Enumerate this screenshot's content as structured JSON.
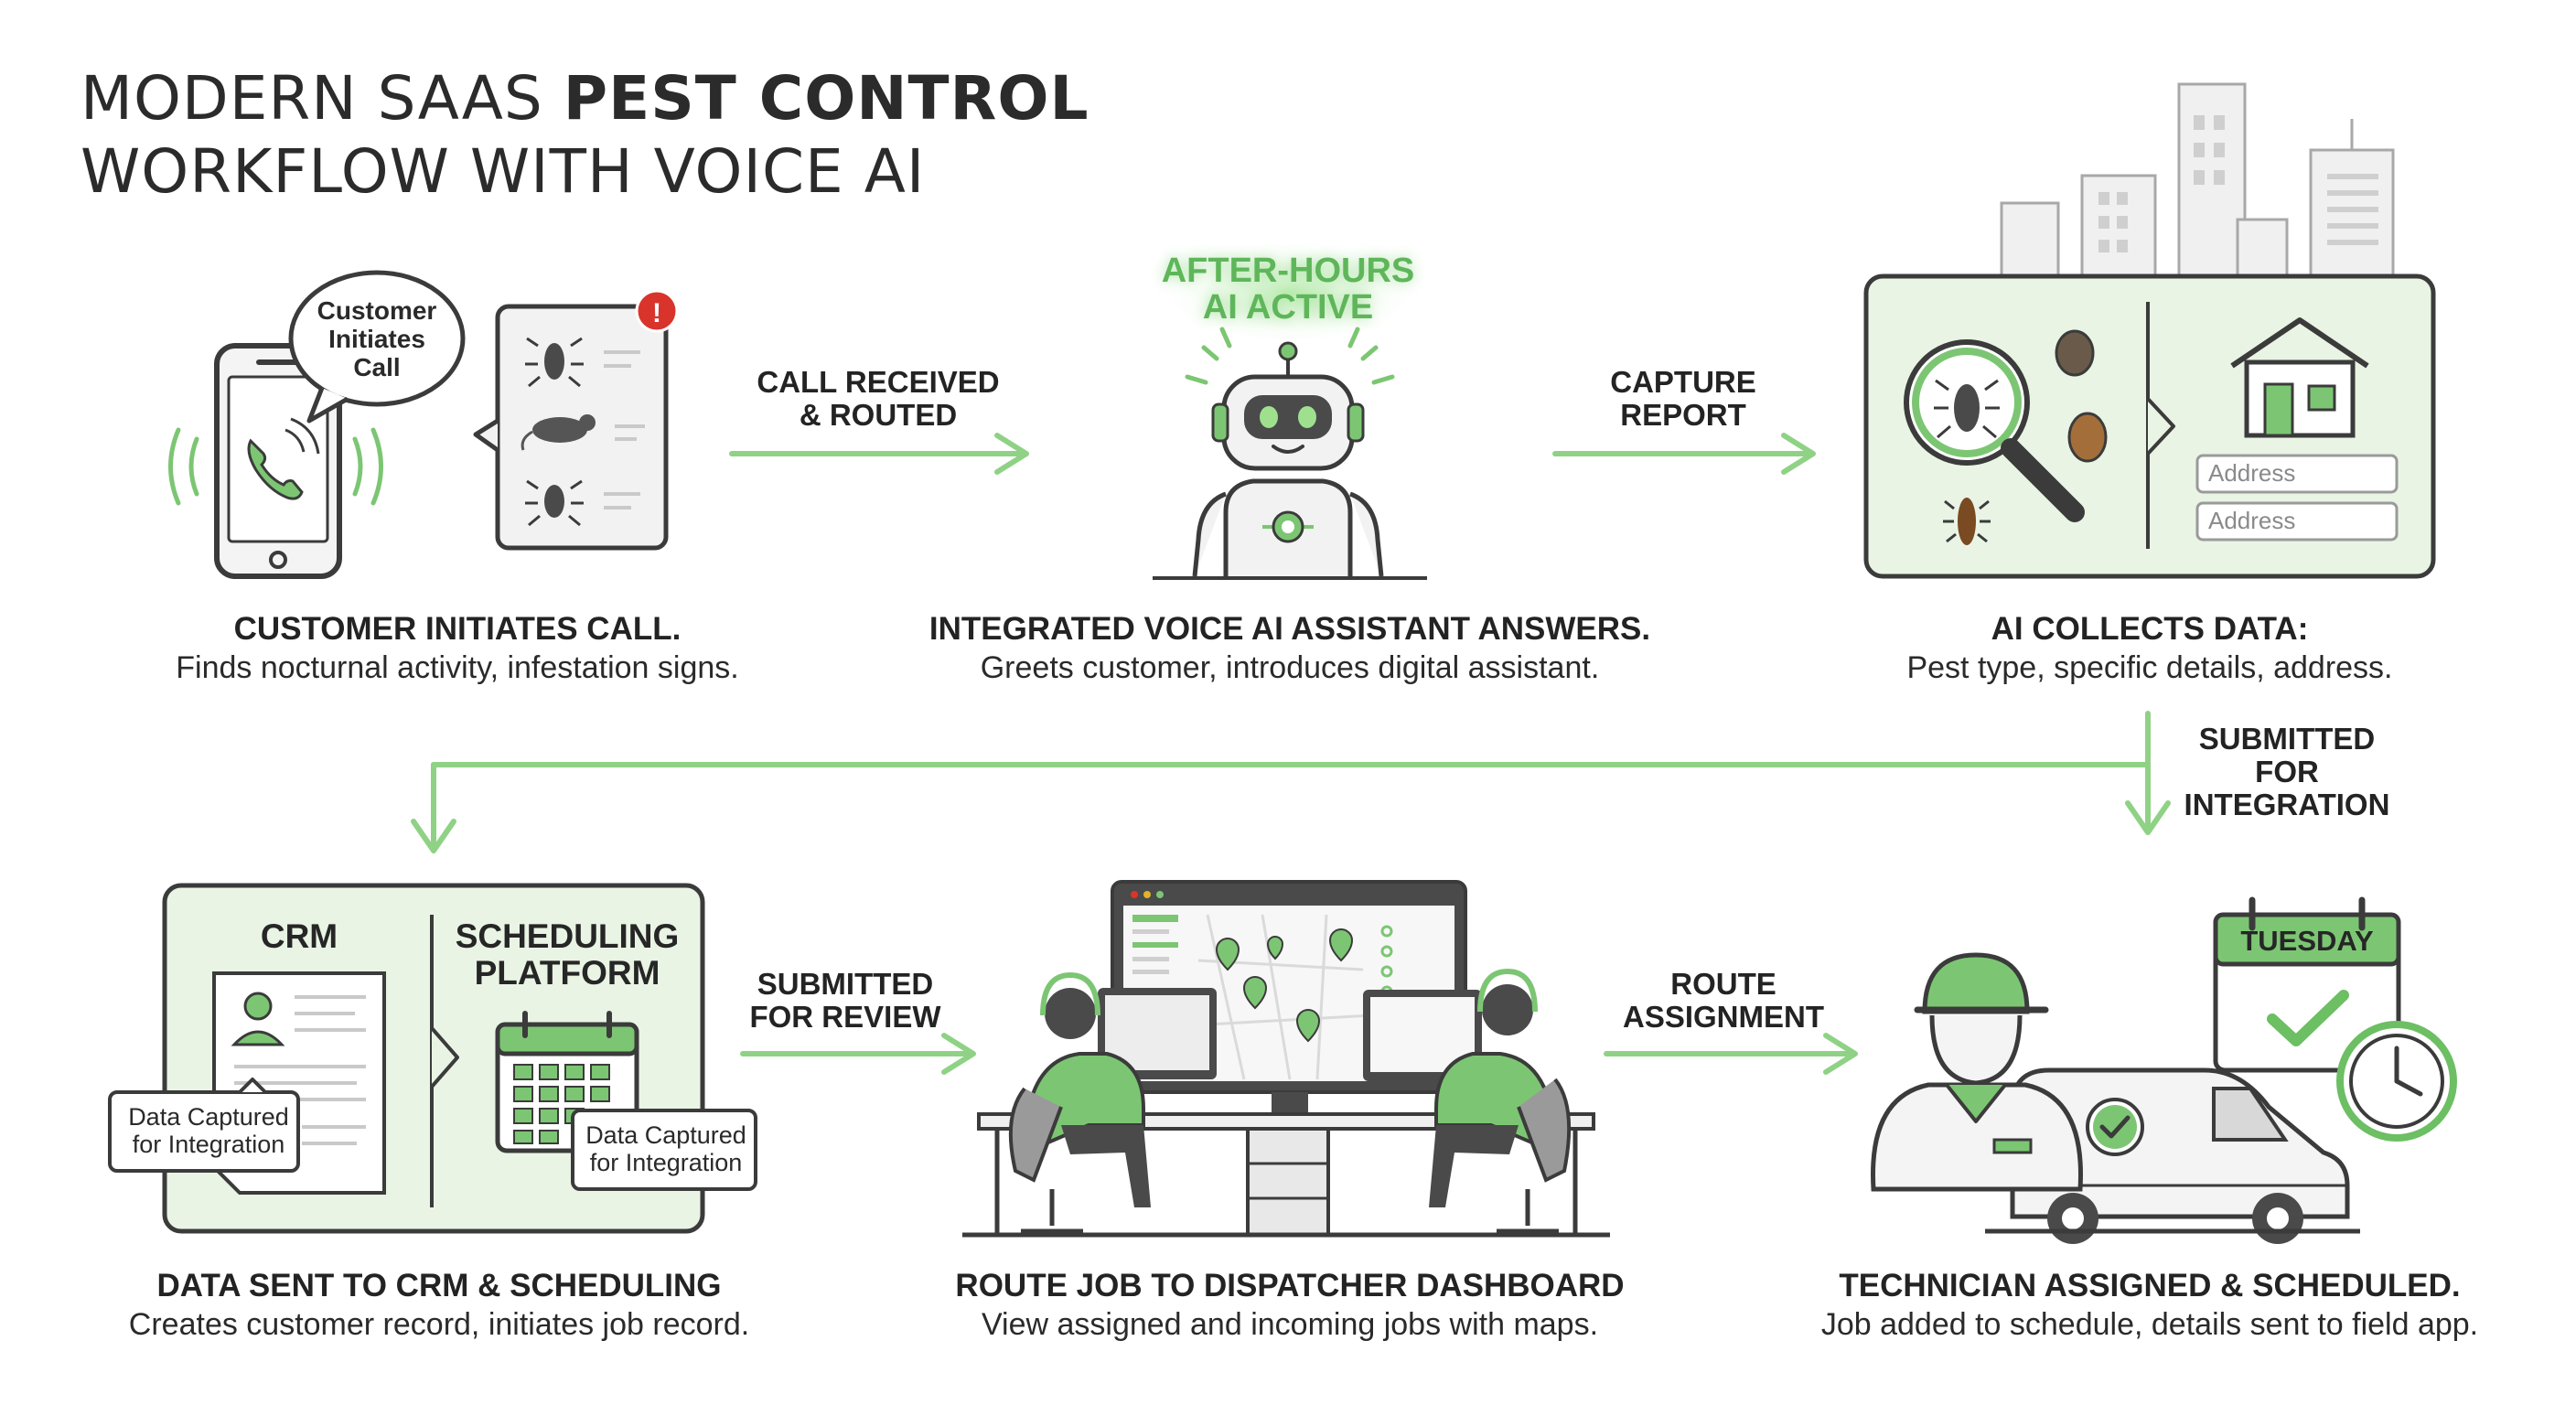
{
  "header": {
    "title_line1_regular": "MODERN SAAS ",
    "title_line1_strong": "PEST CONTROL",
    "title_line2": "WORKFLOW WITH VOICE AI"
  },
  "steps": [
    {
      "title": "CUSTOMER INITIATES CALL.",
      "subtitle": "Finds nocturnal activity, infestation signs.",
      "bubble": [
        "Customer",
        "Initiates",
        "Call"
      ]
    },
    {
      "title": "INTEGRATED VOICE AI ASSISTANT ANSWERS.",
      "subtitle": "Greets customer, introduces digital assistant.",
      "badge": [
        "AFTER-HOURS",
        "AI ACTIVE"
      ]
    },
    {
      "title": "AI COLLECTS DATA:",
      "subtitle": "Pest type, specific details, address.",
      "fields": [
        "Address",
        "Address"
      ]
    },
    {
      "title": "DATA SENT TO CRM & SCHEDULING",
      "subtitle": "Creates customer record, initiates job record.",
      "panel_left": "CRM",
      "panel_right": [
        "SCHEDULING",
        "PLATFORM"
      ],
      "tag_left": [
        "Data Captured",
        "for Integration"
      ],
      "tag_right": [
        "Data Captured",
        "for Integration"
      ]
    },
    {
      "title": "ROUTE JOB TO DISPATCHER DASHBOARD",
      "subtitle": "View assigned and incoming jobs with maps."
    },
    {
      "title": "TECHNICIAN ASSIGNED & SCHEDULED.",
      "subtitle": "Job added to schedule, details sent to field app.",
      "calendar_day": "TUESDAY"
    }
  ],
  "arrows": {
    "call_received": [
      "CALL RECEIVED",
      "& ROUTED"
    ],
    "capture_report": [
      "CAPTURE",
      "REPORT"
    ],
    "submitted_integration": [
      "SUBMITTED FOR",
      "INTEGRATION"
    ],
    "submitted_review": [
      "SUBMITTED",
      "FOR REVIEW"
    ],
    "route_assignment": [
      "ROUTE",
      "ASSIGNMENT"
    ]
  },
  "colors": {
    "accent_green": "#6cbf63",
    "arrow_green": "#8fd285",
    "panel_fill": "#e9f4e4",
    "outline": "#3b3b3b",
    "alert_red": "#d9342b"
  }
}
